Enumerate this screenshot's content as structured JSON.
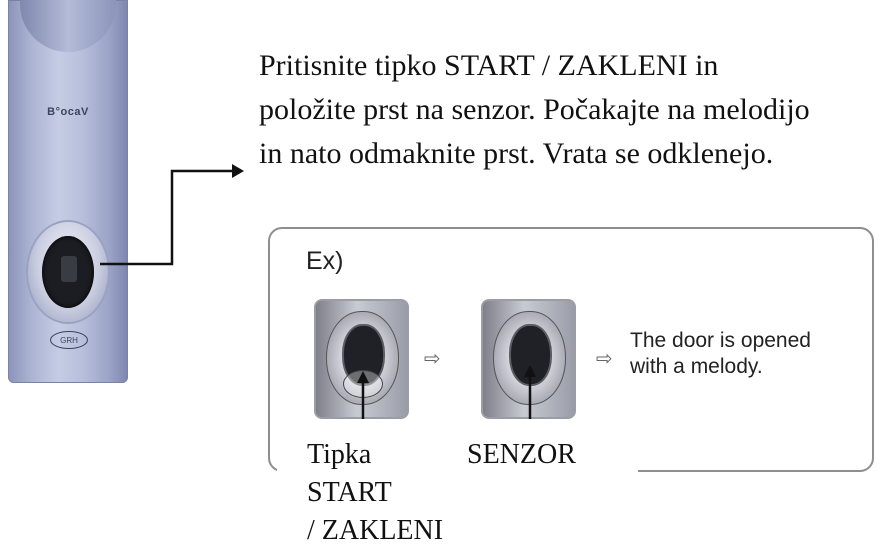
{
  "device": {
    "brand_text": "B°ocaV",
    "logo_text": "GRH"
  },
  "instruction": {
    "lines": [
      "Pritisnite tipko START / ZAKLENI in",
      "položite prst na senzor. Počakajte na melodijo",
      "in nato odmaknite prst. Vrata se odklenejo."
    ]
  },
  "example": {
    "label": "Ex)",
    "arrow_glyph": "⇨",
    "result_lines": [
      "The door is opened",
      "with a melody."
    ]
  },
  "labels": {
    "tipka_lines": [
      "Tipka",
      "START",
      "/ ZAKLENI"
    ],
    "senzor": "SENZOR"
  },
  "colors": {
    "device_body": "#aab2d2",
    "box_border": "#8e8e8e",
    "arrow": "#111111"
  }
}
